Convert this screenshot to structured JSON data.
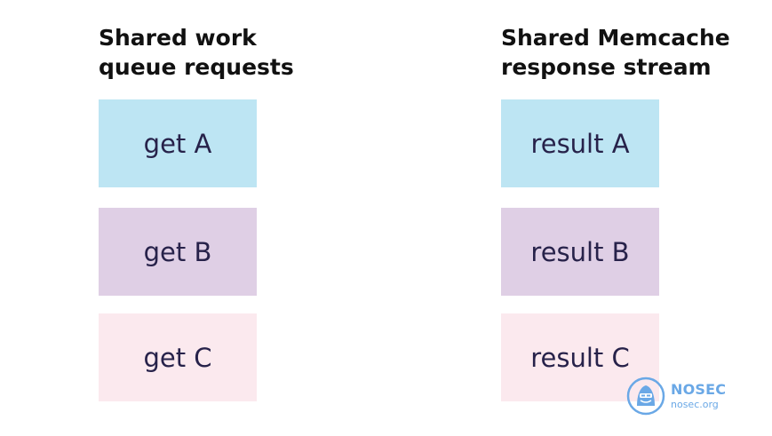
{
  "columns": [
    {
      "title_lines": [
        "Shared work",
        "queue requests"
      ],
      "boxes": [
        {
          "label": "get A",
          "color": "#bde5f3"
        },
        {
          "label": "get B",
          "color": "#dfcfe5"
        },
        {
          "label": "get C",
          "color": "#fbe9ee"
        }
      ]
    },
    {
      "title_lines": [
        "Shared Memcache",
        "response stream"
      ],
      "boxes": [
        {
          "label": "result A",
          "color": "#bde5f3"
        },
        {
          "label": "result B",
          "color": "#dfcfe5"
        },
        {
          "label": "result C",
          "color": "#fbe9ee"
        }
      ]
    }
  ],
  "watermark": {
    "name": "NOSEC",
    "domain": "nosec.org",
    "icon": "hooded-figure-logo-icon",
    "color": "#6aa8e6"
  }
}
